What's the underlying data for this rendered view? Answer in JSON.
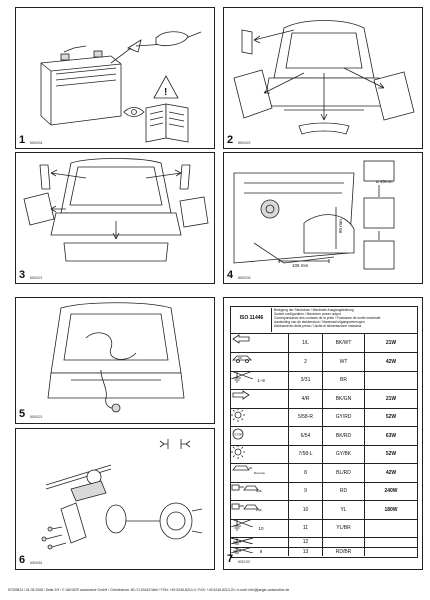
{
  "panels": [
    {
      "number": "1",
      "code": "8000004"
    },
    {
      "number": "2",
      "code": "8000022"
    },
    {
      "number": "3",
      "code": "8000021"
    },
    {
      "number": "4",
      "code": "8000033"
    },
    {
      "number": "5",
      "code": "8000021"
    },
    {
      "number": "6",
      "code": "8000051"
    },
    {
      "number": "7",
      "code": "8032157"
    }
  ],
  "panel4_labels": {
    "dimension_width": "105 mm",
    "dimension_height": "80 mm",
    "drill": "ø 40mm"
  },
  "table": {
    "iso": "ISO 11446",
    "header_lines": [
      "Belegung der Steckdose / Maximale Ausgangsleistung",
      "Socket configuration / Maximum power output",
      "Correspondance des contacts de la prise / Puissance de sortie maximale",
      "Aansluiting van de stekkerdoos / Maximaal uitgangsvermogen",
      "Abbinamento della presa / Uscita di alimentazione massima"
    ],
    "rows": [
      {
        "icon": "left-turn-arrow-icon",
        "pin": "1/L",
        "color": "BK/WT",
        "watt": "21W",
        "side": ""
      },
      {
        "icon": "car-fog-icon",
        "pin": "2",
        "color": "WT",
        "watt": "42W",
        "side": ""
      },
      {
        "icon": "ground-icon",
        "pin": "3/31",
        "color": "BR",
        "watt": "",
        "side": "1–8"
      },
      {
        "icon": "right-turn-arrow-icon",
        "pin": "4/R",
        "color": "BK/GN",
        "watt": "21W",
        "side": ""
      },
      {
        "icon": "tail-light-icon",
        "pin": "5/58-R",
        "color": "GY/RD",
        "watt": "52W",
        "side": ""
      },
      {
        "icon": "stop-light-icon",
        "pin": "6/54",
        "color": "BK/RD",
        "watt": "63W",
        "side": ""
      },
      {
        "icon": "tail-light-icon",
        "pin": "7/58-L",
        "color": "GY/BK",
        "watt": "52W",
        "side": ""
      },
      {
        "icon": "reverse-light-icon",
        "pin": "8",
        "color": "BL/RD",
        "watt": "42W",
        "side": ""
      },
      {
        "icon": "permanent-power-icon",
        "pin": "9",
        "color": "RD",
        "watt": "240W",
        "side": ""
      },
      {
        "icon": "ignition-power-icon",
        "pin": "10",
        "color": "YL",
        "watt": "180W",
        "side": ""
      },
      {
        "icon": "ground-icon",
        "pin": "11",
        "color": "YL/BR",
        "watt": "",
        "side": "10"
      },
      {
        "icon": "ground-icon",
        "pin": "12",
        "color": "",
        "watt": "",
        "side": ""
      },
      {
        "icon": "ground-icon",
        "pin": "13",
        "color": "RD/BR",
        "watt": "",
        "side": "9"
      }
    ],
    "small_labels": {
      "reverse": "Reverse",
      "r30a": "30a",
      "r15a": "15a"
    }
  },
  "footer": "57029824 / 01.05.2008 / Seite 2/9 / © JAEGER automotive GmbH / Christinenstr. 80 / D-53415 Weil / FON: +49 5246-8210-0 / FAX: +49 5246-8210-20 / e-mail: info@jaeger-automotive.de"
}
